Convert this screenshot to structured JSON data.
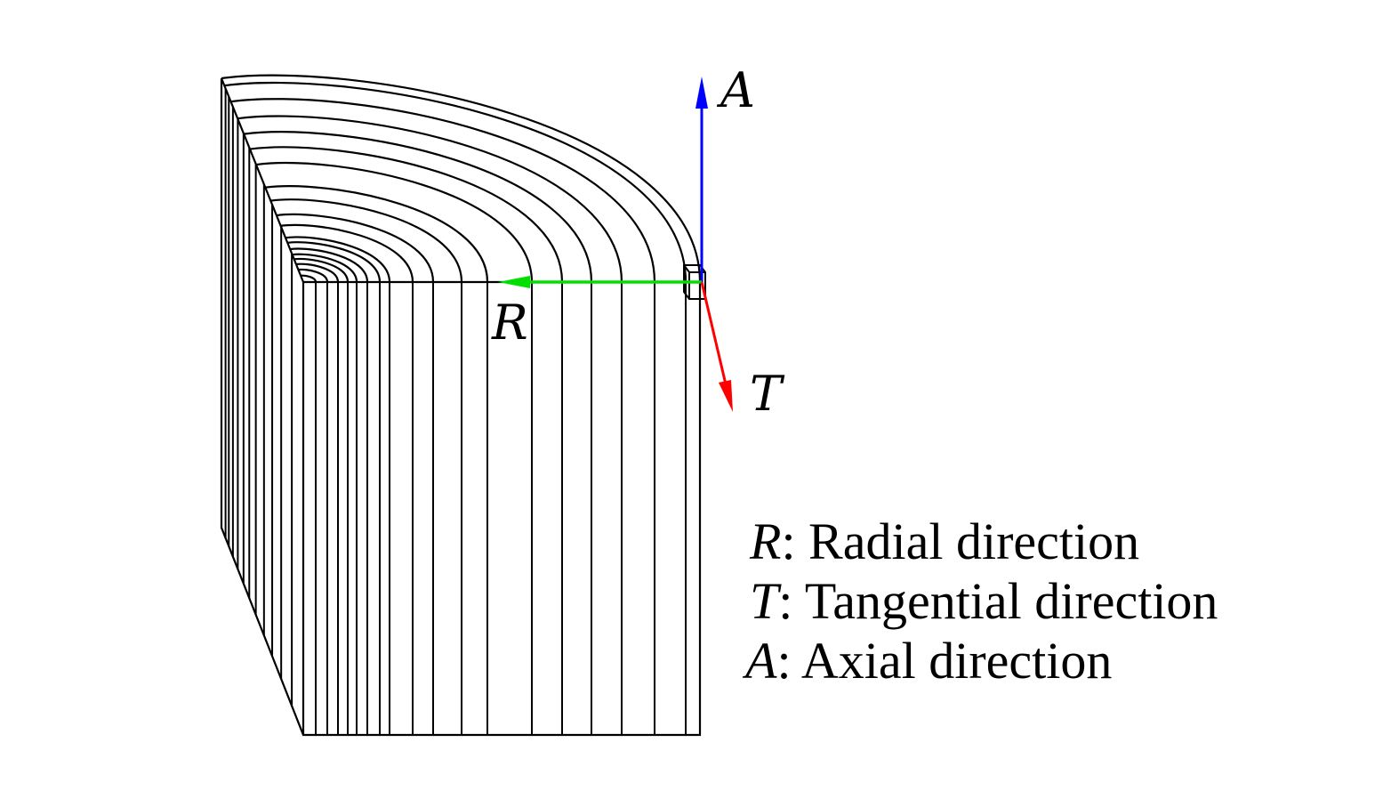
{
  "figure": {
    "axes": {
      "A": {
        "label": "A",
        "color": "#0000ff"
      },
      "R": {
        "label": "R",
        "color": "#00e000"
      },
      "T": {
        "label": "T",
        "color": "#ff0000"
      }
    },
    "legend": [
      {
        "symbol": "R",
        "text": ": Radial direction"
      },
      {
        "symbol": "T",
        "text": ": Tangential direction"
      },
      {
        "symbol": "A",
        "text": ": Axial direction"
      }
    ]
  }
}
